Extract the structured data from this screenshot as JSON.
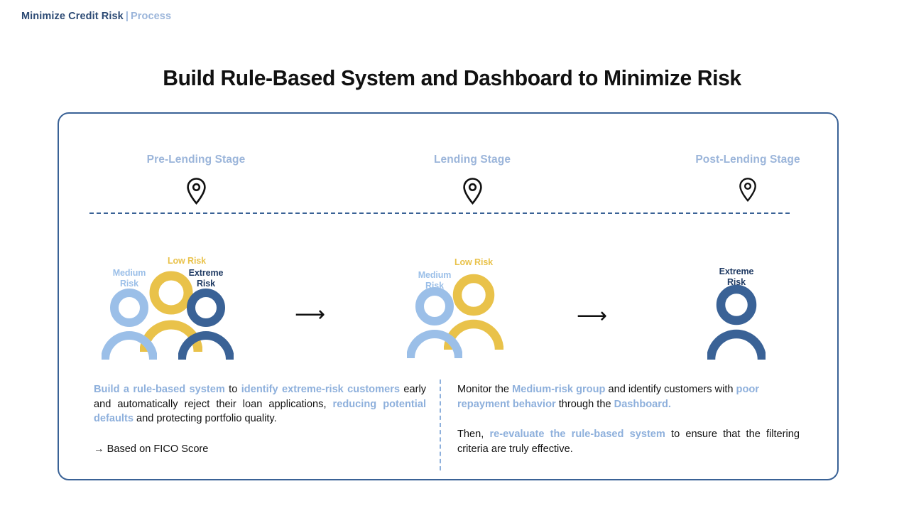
{
  "header": {
    "main": "Minimize Credit Risk",
    "separator": "|",
    "sub": "Process"
  },
  "title": "Build Rule-Based System and Dashboard to Minimize Risk",
  "colors": {
    "navy": "#2C4A74",
    "light_blue": "#9BB5DA",
    "dark_blue": "#3A6296",
    "person_blue": "#9BBFE8",
    "person_yellow": "#E9C24A",
    "highlight": "#8EB0DC",
    "black": "#111111"
  },
  "stages": [
    {
      "label": "Pre-Lending Stage",
      "icon": "map-pin-icon"
    },
    {
      "label": "Lending Stage",
      "icon": "map-pin-icon"
    },
    {
      "label": "Post-Lending Stage",
      "icon": "map-pin-icon"
    }
  ],
  "figure_groups": [
    {
      "group_name": "pre-lending-risk-group",
      "people": [
        {
          "risk": "Medium",
          "label_line1": "Medium",
          "label_line2": "Risk",
          "color": "#9BBFE8"
        },
        {
          "risk": "Low",
          "label_line1": "Low Risk",
          "label_line2": "",
          "color": "#E9C24A"
        },
        {
          "risk": "Extreme",
          "label_line1": "Extreme",
          "label_line2": "Risk",
          "color": "#3A6296"
        }
      ]
    },
    {
      "group_name": "lending-risk-group",
      "people": [
        {
          "risk": "Medium",
          "label_line1": "Medium",
          "label_line2": "Risk",
          "color": "#9BBFE8"
        },
        {
          "risk": "Low",
          "label_line1": "Low Risk",
          "label_line2": "",
          "color": "#E9C24A"
        }
      ]
    },
    {
      "group_name": "post-lending-risk-group",
      "people": [
        {
          "risk": "Extreme",
          "label_line1": "Extreme",
          "label_line2": "Risk",
          "color": "#3A6296"
        }
      ]
    }
  ],
  "arrows": [
    {
      "glyph": "⟶"
    },
    {
      "glyph": "⟶"
    }
  ],
  "text_left": {
    "paragraph_1": [
      {
        "t": "Build a rule-based system",
        "hl": true
      },
      {
        "t": " to ",
        "hl": false
      },
      {
        "t": "identify extreme-risk customers",
        "hl": true
      },
      {
        "t": " early and automatically reject their loan applications, ",
        "hl": false
      },
      {
        "t": "reducing potential defaults",
        "hl": true
      },
      {
        "t": " and protecting portfolio quality.",
        "hl": false
      }
    ],
    "paragraph_2": [
      {
        "t": "→ Based on FICO Score",
        "hl": false
      }
    ]
  },
  "text_right": {
    "paragraph_1": [
      {
        "t": "Monitor the ",
        "hl": false
      },
      {
        "t": "Medium-risk group",
        "hl": true
      },
      {
        "t": " and identify customers with ",
        "hl": false
      },
      {
        "t": "poor repayment behavior",
        "hl": true
      },
      {
        "t": " through the ",
        "hl": false
      },
      {
        "t": "Dashboard.",
        "hl": true
      }
    ],
    "paragraph_2": [
      {
        "t": "Then, ",
        "hl": false
      },
      {
        "t": "re-evaluate the rule-based system",
        "hl": true
      },
      {
        "t": " to ensure that the filtering criteria are truly effective.",
        "hl": false
      }
    ]
  }
}
